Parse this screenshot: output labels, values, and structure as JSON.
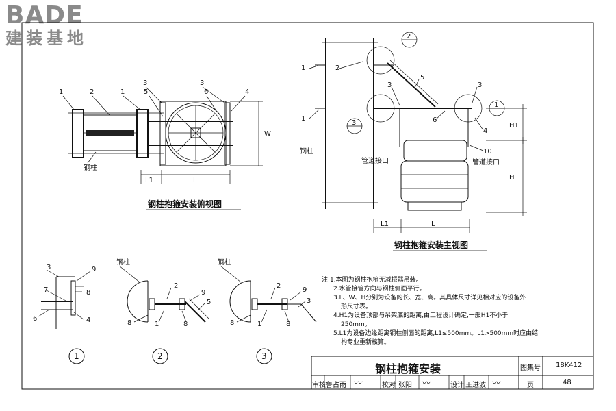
{
  "logo": {
    "line1": "BADE",
    "line2": "建装基地"
  },
  "plan_view": {
    "caption": "钢柱抱箍安装俯视图",
    "labels": [
      "1",
      "2",
      "1",
      "3",
      "5",
      "3",
      "6",
      "4",
      "钢柱",
      "W",
      "L1",
      "L"
    ]
  },
  "front_view": {
    "caption": "钢柱抱箍安装主视图",
    "labels": [
      "1",
      "2",
      "5",
      "3",
      "3",
      "1",
      "6",
      "4",
      "10",
      "钢柱",
      "管道接口",
      "管道接口",
      "H1",
      "H",
      "L1",
      "L"
    ],
    "callouts": [
      "2",
      "1",
      "3"
    ]
  },
  "details": {
    "d1": {
      "number": "1",
      "labels": [
        "3",
        "9",
        "7",
        "8",
        "6",
        "4"
      ]
    },
    "d2": {
      "number": "2",
      "labels": [
        "钢柱",
        "2",
        "9",
        "5",
        "8",
        "1",
        "8"
      ]
    },
    "d3": {
      "number": "3",
      "labels": [
        "钢柱",
        "2",
        "9",
        "3",
        "8",
        "1",
        "8"
      ]
    }
  },
  "notes": [
    "注:1.本图为钢柱抱箍无减振器吊装。",
    "2.水管接管方向与钢柱侧面平行。",
    "3.L、W、H分别为设备的长、宽、高。其具体尺寸详见相对应的设备外",
    "形尺寸表。",
    "4.H1为设备顶部与吊架底的距离,由工程设计确定,一般H1不小于",
    "250mm。",
    "5.L1为设备边缘距离钢柱侧面的距离,L1≤500mm。L1>500mm时应由结",
    "构专业重新核算。"
  ],
  "title_block": {
    "title": "钢柱抱箍安装",
    "atlas_label": "图集号",
    "atlas_no": "18K412",
    "review": "审核",
    "reviewer": "鲁占雨",
    "check": "校对",
    "checker": "张阳",
    "design": "设计",
    "designer": "王进波",
    "page_label": "页",
    "page_no": "48"
  }
}
